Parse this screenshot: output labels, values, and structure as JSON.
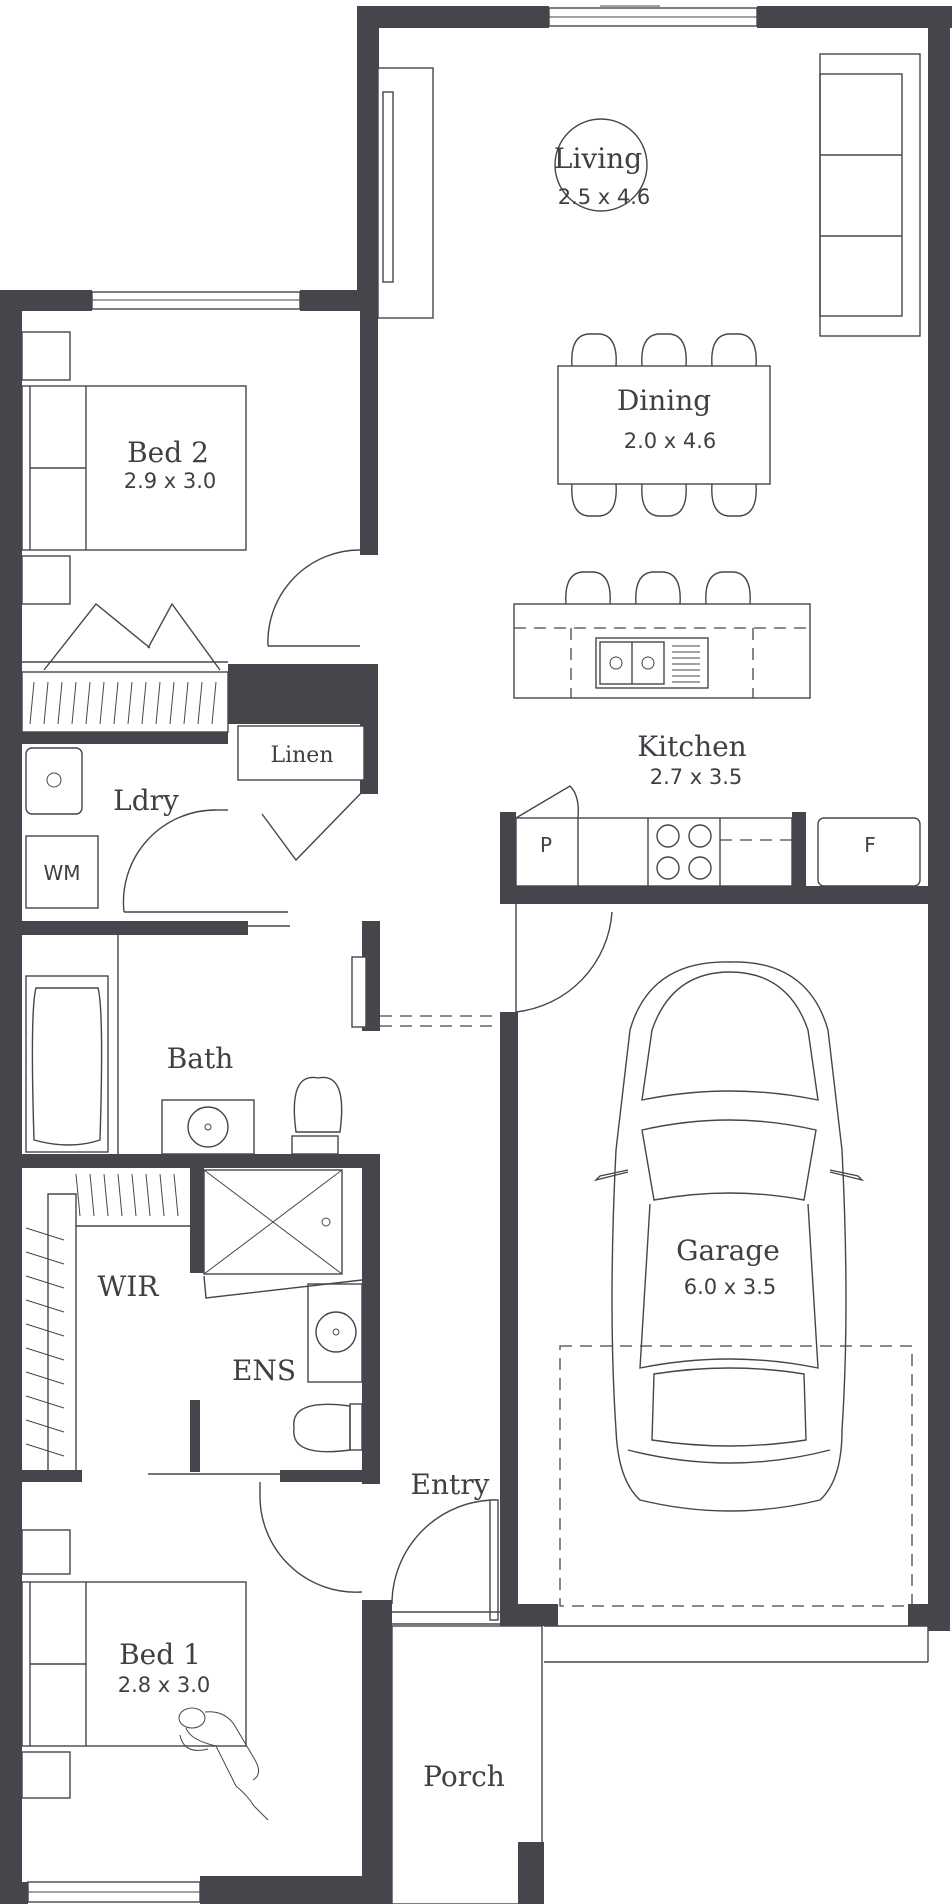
{
  "rooms": {
    "living": {
      "name": "Living",
      "dims": "2.5 x 4.6"
    },
    "dining": {
      "name": "Dining",
      "dims": "2.0 x 4.6"
    },
    "kitchen": {
      "name": "Kitchen",
      "dims": "2.7 x 3.5"
    },
    "bed2": {
      "name": "Bed 2",
      "dims": "2.9 x 3.0"
    },
    "bed1": {
      "name": "Bed 1",
      "dims": "2.8 x 3.0"
    },
    "garage": {
      "name": "Garage",
      "dims": "6.0 x 3.5"
    },
    "linen": {
      "name": "Linen"
    },
    "laundry": {
      "name": "Ldry"
    },
    "bath": {
      "name": "Bath"
    },
    "wir": {
      "name": "WIR"
    },
    "ensuite": {
      "name": "ENS"
    },
    "entry": {
      "name": "Entry"
    },
    "porch": {
      "name": "Porch"
    }
  },
  "fixtures": {
    "pantry": "P",
    "fridge": "F",
    "washing_machine": "WM"
  },
  "colors": {
    "wall": "#45464b",
    "background": "#ffffff"
  }
}
